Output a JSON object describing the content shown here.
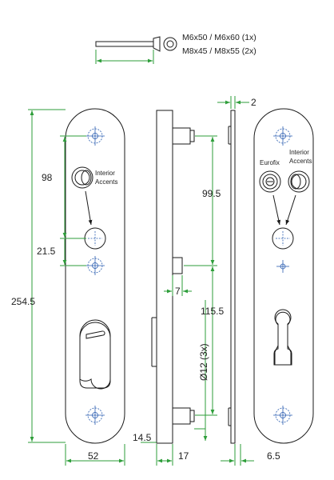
{
  "screws": {
    "line1": "M6x50 / M6x60 (1x)",
    "line2": "M8x45 / M8x55 (2x)"
  },
  "labels": {
    "interior_accents_front": "Interior\nAccents",
    "eurofix": "Eurofix",
    "interior_accents_back": "Interior\nAccents"
  },
  "dimensions": {
    "d98": "98",
    "d21_5": "21.5",
    "d254_5": "254.5",
    "d52": "52",
    "d99_5": "99.5",
    "d7": "7",
    "d115_5": "115.5",
    "d12": "Ø12 (3x)",
    "d14_5": "14.5",
    "d17": "17",
    "d2": "2",
    "d6_5": "6.5"
  }
}
